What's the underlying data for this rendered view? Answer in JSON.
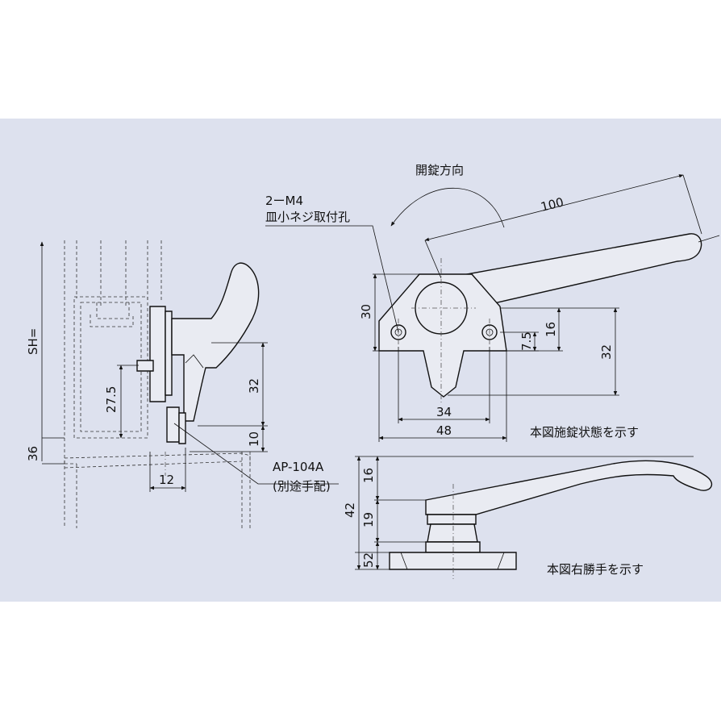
{
  "labels": {
    "unlock_direction": "開錠方向",
    "screw_count": "2ーM4",
    "screw_desc": "皿小ネジ取付孔",
    "locked_state": "本図施錠状態を示す",
    "right_hand": "本図右勝手を示す",
    "part_number": "AP-104A",
    "separate": "(別途手配)",
    "sh": "SH="
  },
  "dimensions": {
    "d100": "100",
    "d30": "30",
    "d7_5": "7.5",
    "d16a": "16",
    "d32a": "32",
    "d34": "34",
    "d48": "48",
    "d27_5": "27.5",
    "d32b": "32",
    "d10": "10",
    "d12": "12",
    "d36": "36",
    "d42": "42",
    "d16b": "16",
    "d19": "19",
    "d52": "52"
  }
}
